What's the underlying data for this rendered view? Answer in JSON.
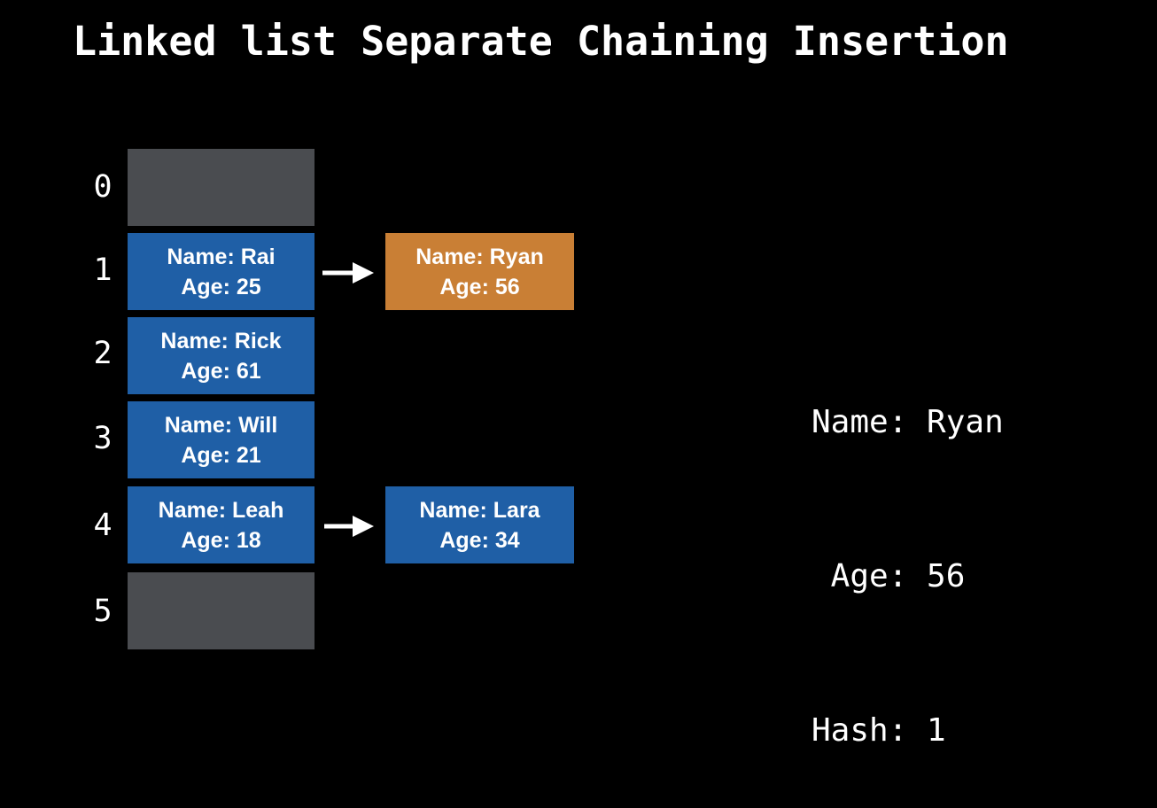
{
  "title": "Linked list Separate Chaining Insertion",
  "colors": {
    "background": "#000000",
    "empty_slot": "#4a4c50",
    "entry": "#1f5fa6",
    "highlight": "#c97f35",
    "text": "#ffffff"
  },
  "table": {
    "slots": [
      {
        "index": "0",
        "empty": true
      },
      {
        "index": "1",
        "empty": false,
        "name": "Name: Rai",
        "age": "Age: 25",
        "chain": [
          {
            "name": "Name: Ryan",
            "age": "Age: 56",
            "highlight": true
          }
        ]
      },
      {
        "index": "2",
        "empty": false,
        "name": "Name: Rick",
        "age": "Age: 61"
      },
      {
        "index": "3",
        "empty": false,
        "name": "Name: Will",
        "age": "Age: 21"
      },
      {
        "index": "4",
        "empty": false,
        "name": "Name: Leah",
        "age": "Age: 18",
        "chain": [
          {
            "name": "Name: Lara",
            "age": "Age: 34",
            "highlight": false
          }
        ]
      },
      {
        "index": "5",
        "empty": true
      }
    ]
  },
  "info": {
    "name_line": "Name: Ryan",
    "age_line": " Age: 56",
    "hash_line": "Hash: 1"
  }
}
